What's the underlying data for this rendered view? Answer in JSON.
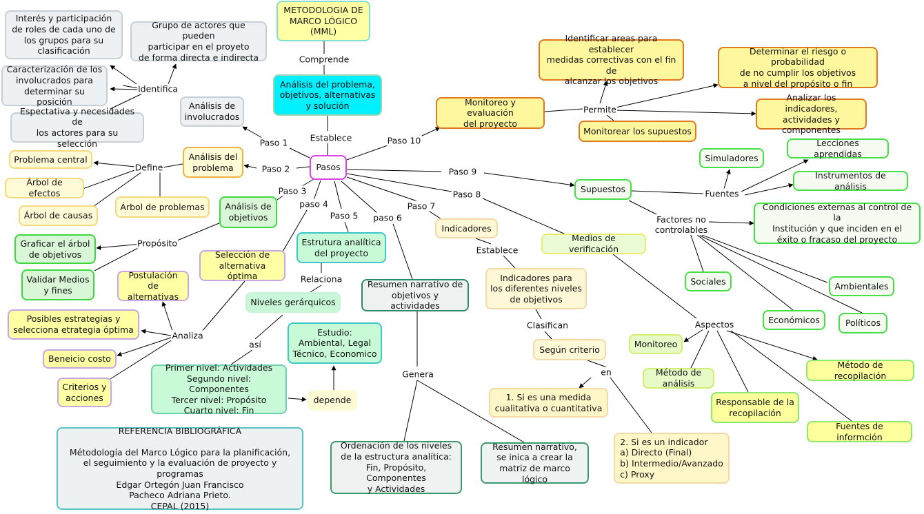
{
  "title": "METODOLOGIA DE\nMARCO LÓGICO\n(MML)",
  "nodes": {
    "analisis_problema_obj": "Análisis del problema,\nobjetivos,  alternativas\ny solución",
    "pasos": "Pasos",
    "analisis_involucrados": "Análisis de\ninvolucrados",
    "interes_roles": "Interés y participación\nde roles de cada uno de\nlos grupos  para su\nclasificación",
    "grupo_actores": "Grupo de actores que pueden\nparticipar en el proyeto\nde forma directa e indirecta",
    "caracterizacion": "Caracterización de los\ninvolucrados para\ndeterminar su posición",
    "espectativa": "Espectativa y necesidades de\nlos actores para su selección",
    "analisis_problema": "Análisis del\nproblema",
    "problema_central": "Problema central",
    "arbol_efectos": "Árbol de efectos",
    "arbol_causas": "Árbol de causas",
    "arbol_problemas": "Árbol de problemas",
    "analisis_objetivos": "Análisis de\nobjetivos",
    "graficar_arbol": "Graficar el árbol\nde objetivos",
    "validar_medios": "Validar Medios\ny fines",
    "seleccion_alternativa": "Selección de\nalternativa óptima",
    "postulacion": "Postulación de\nalternativas",
    "posibles_estrategias": "Posibles estrategias y\nselecciona etrategia óptima",
    "beneicio_costo": "Beneicio costo",
    "criterios_acciones": "Criterios y\nacciones",
    "estrutura_analitica": "Estrutura analítica\ndel proyecto",
    "niveles_gerarquicos": "Niveles gerárquicos",
    "primer_nivel": "Primer nivel: Actividades\nSegundo nivel: Componentes\nTercer nivel: Propósito\nCuarto nivel: Fin",
    "depende": "depende",
    "estudio": "Estudio:\nAmbiental, Legal\nTécnico, Economico",
    "resumen_narrativo": "Resumen narrativo de\nobjetivos y actividades",
    "ordenacion": "Ordenación de los niveles\nde la estructura analítica:\nFin, Propósito, Componentes\ny Actividades",
    "resumen_matriz": "Resumen narrativo,\nse inica a crear la\nmatriz de marco lógico",
    "indicadores": "Indicadores",
    "indicadores_niveles": "Indicadores para\nlos diferentes niveles\nde objetivos",
    "segun_criterio": "Según criterio",
    "criterio1": "1. Si es una medida\ncualitativa o cuantitativa",
    "criterio2": "2. Si es un indicador\na) Directo (Final)\nb) Intermedio/Avanzado\nc) Proxy",
    "medios_verificacion": "Medios de verificación",
    "monitoreo_small": "Monitoreo",
    "metodo_analisis": "Método de análisis",
    "responsable": "Responsable de la\nrecopilación",
    "fuentes_informacion": "Fuentes de informción",
    "metodo_recopilacion": "Método de recopilación",
    "supuestos": "Supuestos",
    "simuladores": "Simuladores",
    "lecciones": "Lecciones aprendidas",
    "instrumentos": "Instrumentos de análisis",
    "condiciones": "Condiciones externas al control de la\nInstitución y que inciden en el\néxito o fracaso del proyecto",
    "sociales": "Sociales",
    "ambientales": "Ambientales",
    "economicos": "Económicos",
    "politicos": "Políticos",
    "monitoreo_eval": "Monitoreo y evaluación\ndel proyecto",
    "identificar_areas": "Identificar areas para establecer\nmedidas correctivas con el fin de\nalcanzar los objetivos",
    "determinar_riesgo": "Determinar el riesgo o probabilidad\nde no cumplir los objetivos\na nivel del propósito o fin",
    "analizar_indicadores": "Analizar los indicadores,\nactividades y componentes",
    "monitorear_supuestos": "Monitorear los supuestos",
    "referencia": "REFERENCIA BIBLIOGRÁFICA\n\nMétodología del Marco Lógico para la planificación,\nel seguimiento y la evaluación de proyecto y programas\nEdgar Ortegón Juan Francisco\nPacheco Adriana Prieto.\nCEPAL (2015)"
  },
  "labels": {
    "comprende": "Comprende",
    "establece": "Establece",
    "identifica": "Identifica",
    "define": "Define",
    "proposito": "Propósito",
    "analiza": "Analiza",
    "relaciona": "Relaciona",
    "asi": "así",
    "genera": "Genera",
    "establece2": "Establece",
    "clasifican": "Clasifican",
    "en": "en",
    "aspectos": "Aspectos",
    "fuentes": "Fuentes",
    "factores": "Factores no\ncontrolables",
    "permite": "Permite",
    "paso1": "Paso 1",
    "paso2": "Paso 2",
    "paso3": "Paso 3",
    "paso4": "paso 4",
    "paso5": "Paso 5",
    "paso6": "paso 6",
    "paso7": "Paso 7",
    "paso8": "Paso 8",
    "paso9": "Paso 9",
    "paso10": "Paso 10"
  }
}
